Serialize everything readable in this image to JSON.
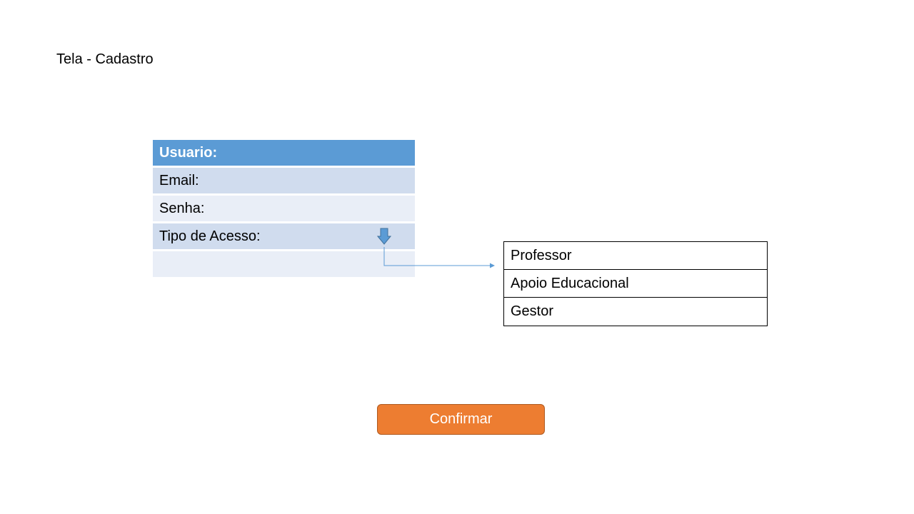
{
  "screen": {
    "title": "Tela - Cadastro"
  },
  "form": {
    "fields": [
      {
        "label": "Usuario:"
      },
      {
        "label": "Email:"
      },
      {
        "label": "Senha:"
      },
      {
        "label": "Tipo de Acesso:"
      },
      {
        "label": ""
      }
    ],
    "dropdown_icon": "down-arrow-icon"
  },
  "access_options": [
    {
      "label": "Professor"
    },
    {
      "label": "Apoio Educacional"
    },
    {
      "label": "Gestor"
    }
  ],
  "actions": {
    "confirm_label": "Confirmar"
  },
  "colors": {
    "header": "#5b9bd5",
    "row_dark": "#d0dcee",
    "row_light": "#e9eef7",
    "button": "#ed7d31",
    "connector": "#5b9bd5"
  }
}
